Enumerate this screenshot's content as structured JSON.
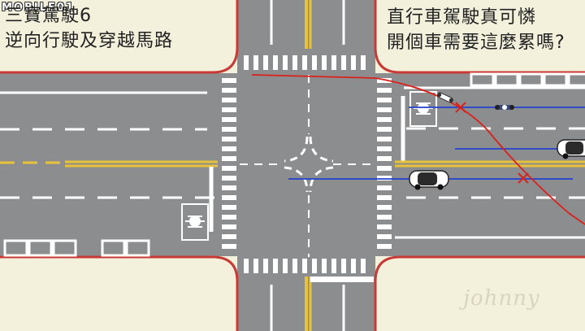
{
  "brand": {
    "logo_text": "MOBILE01"
  },
  "caption_left": {
    "line1": "三寶駕駛6",
    "line2": "逆向行駛及穿越馬路"
  },
  "caption_right": {
    "line1": "直行車駕駛真可憐",
    "line2": "開個車需要這麼累嗎?"
  },
  "watermark": {
    "text": "johnny"
  },
  "colors": {
    "road": "#8c8d8f",
    "sidewalk": "#f3f0dc",
    "curb_red": "#c73a36",
    "yellow_line": "#e8c23a",
    "white_line": "#ffffff",
    "path_red": "#d9221c",
    "path_blue": "#2340d0"
  },
  "icons": [
    "scooter-waiting-box-icon",
    "car-icon",
    "scooter-icon",
    "cross-mark-icon"
  ]
}
